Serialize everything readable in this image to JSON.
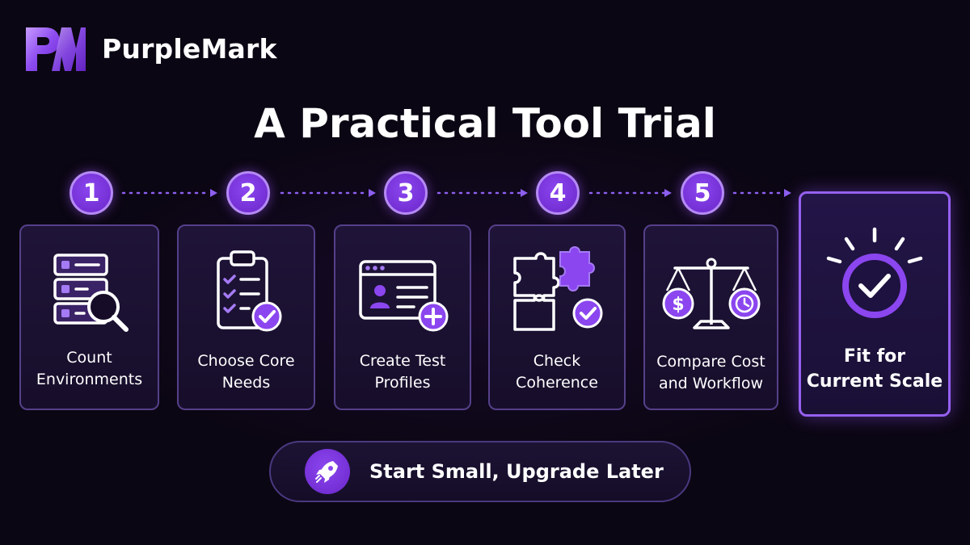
{
  "brand": {
    "name": "PurpleMark",
    "logo_text": "PM",
    "accent_color": "#8b46ef"
  },
  "title": "A Practical Tool Trial",
  "steps": [
    {
      "number": "1",
      "label_line1": "Count",
      "label_line2": "Environments",
      "icon": "server-search-icon"
    },
    {
      "number": "2",
      "label_line1": "Choose Core",
      "label_line2": "Needs",
      "icon": "clipboard-checklist-icon"
    },
    {
      "number": "3",
      "label_line1": "Create Test",
      "label_line2": "Profiles",
      "icon": "profile-window-icon"
    },
    {
      "number": "4",
      "label_line1": "Check",
      "label_line2": "Coherence",
      "icon": "puzzle-check-icon"
    },
    {
      "number": "5",
      "label_line1": "Compare Cost",
      "label_line2": "and Workflow",
      "icon": "balance-scale-icon"
    }
  ],
  "result": {
    "label_line1": "Fit for",
    "label_line2": "Current Scale",
    "icon": "checkmark-burst-icon"
  },
  "footer": {
    "label": "Start Small, Upgrade Later",
    "icon": "rocket-icon"
  },
  "colors": {
    "background": "#0b0613",
    "card_border": "#55408a",
    "highlight_border": "#9560f0",
    "icon_stroke": "#ffffff",
    "connector": "#8d5ff0"
  }
}
